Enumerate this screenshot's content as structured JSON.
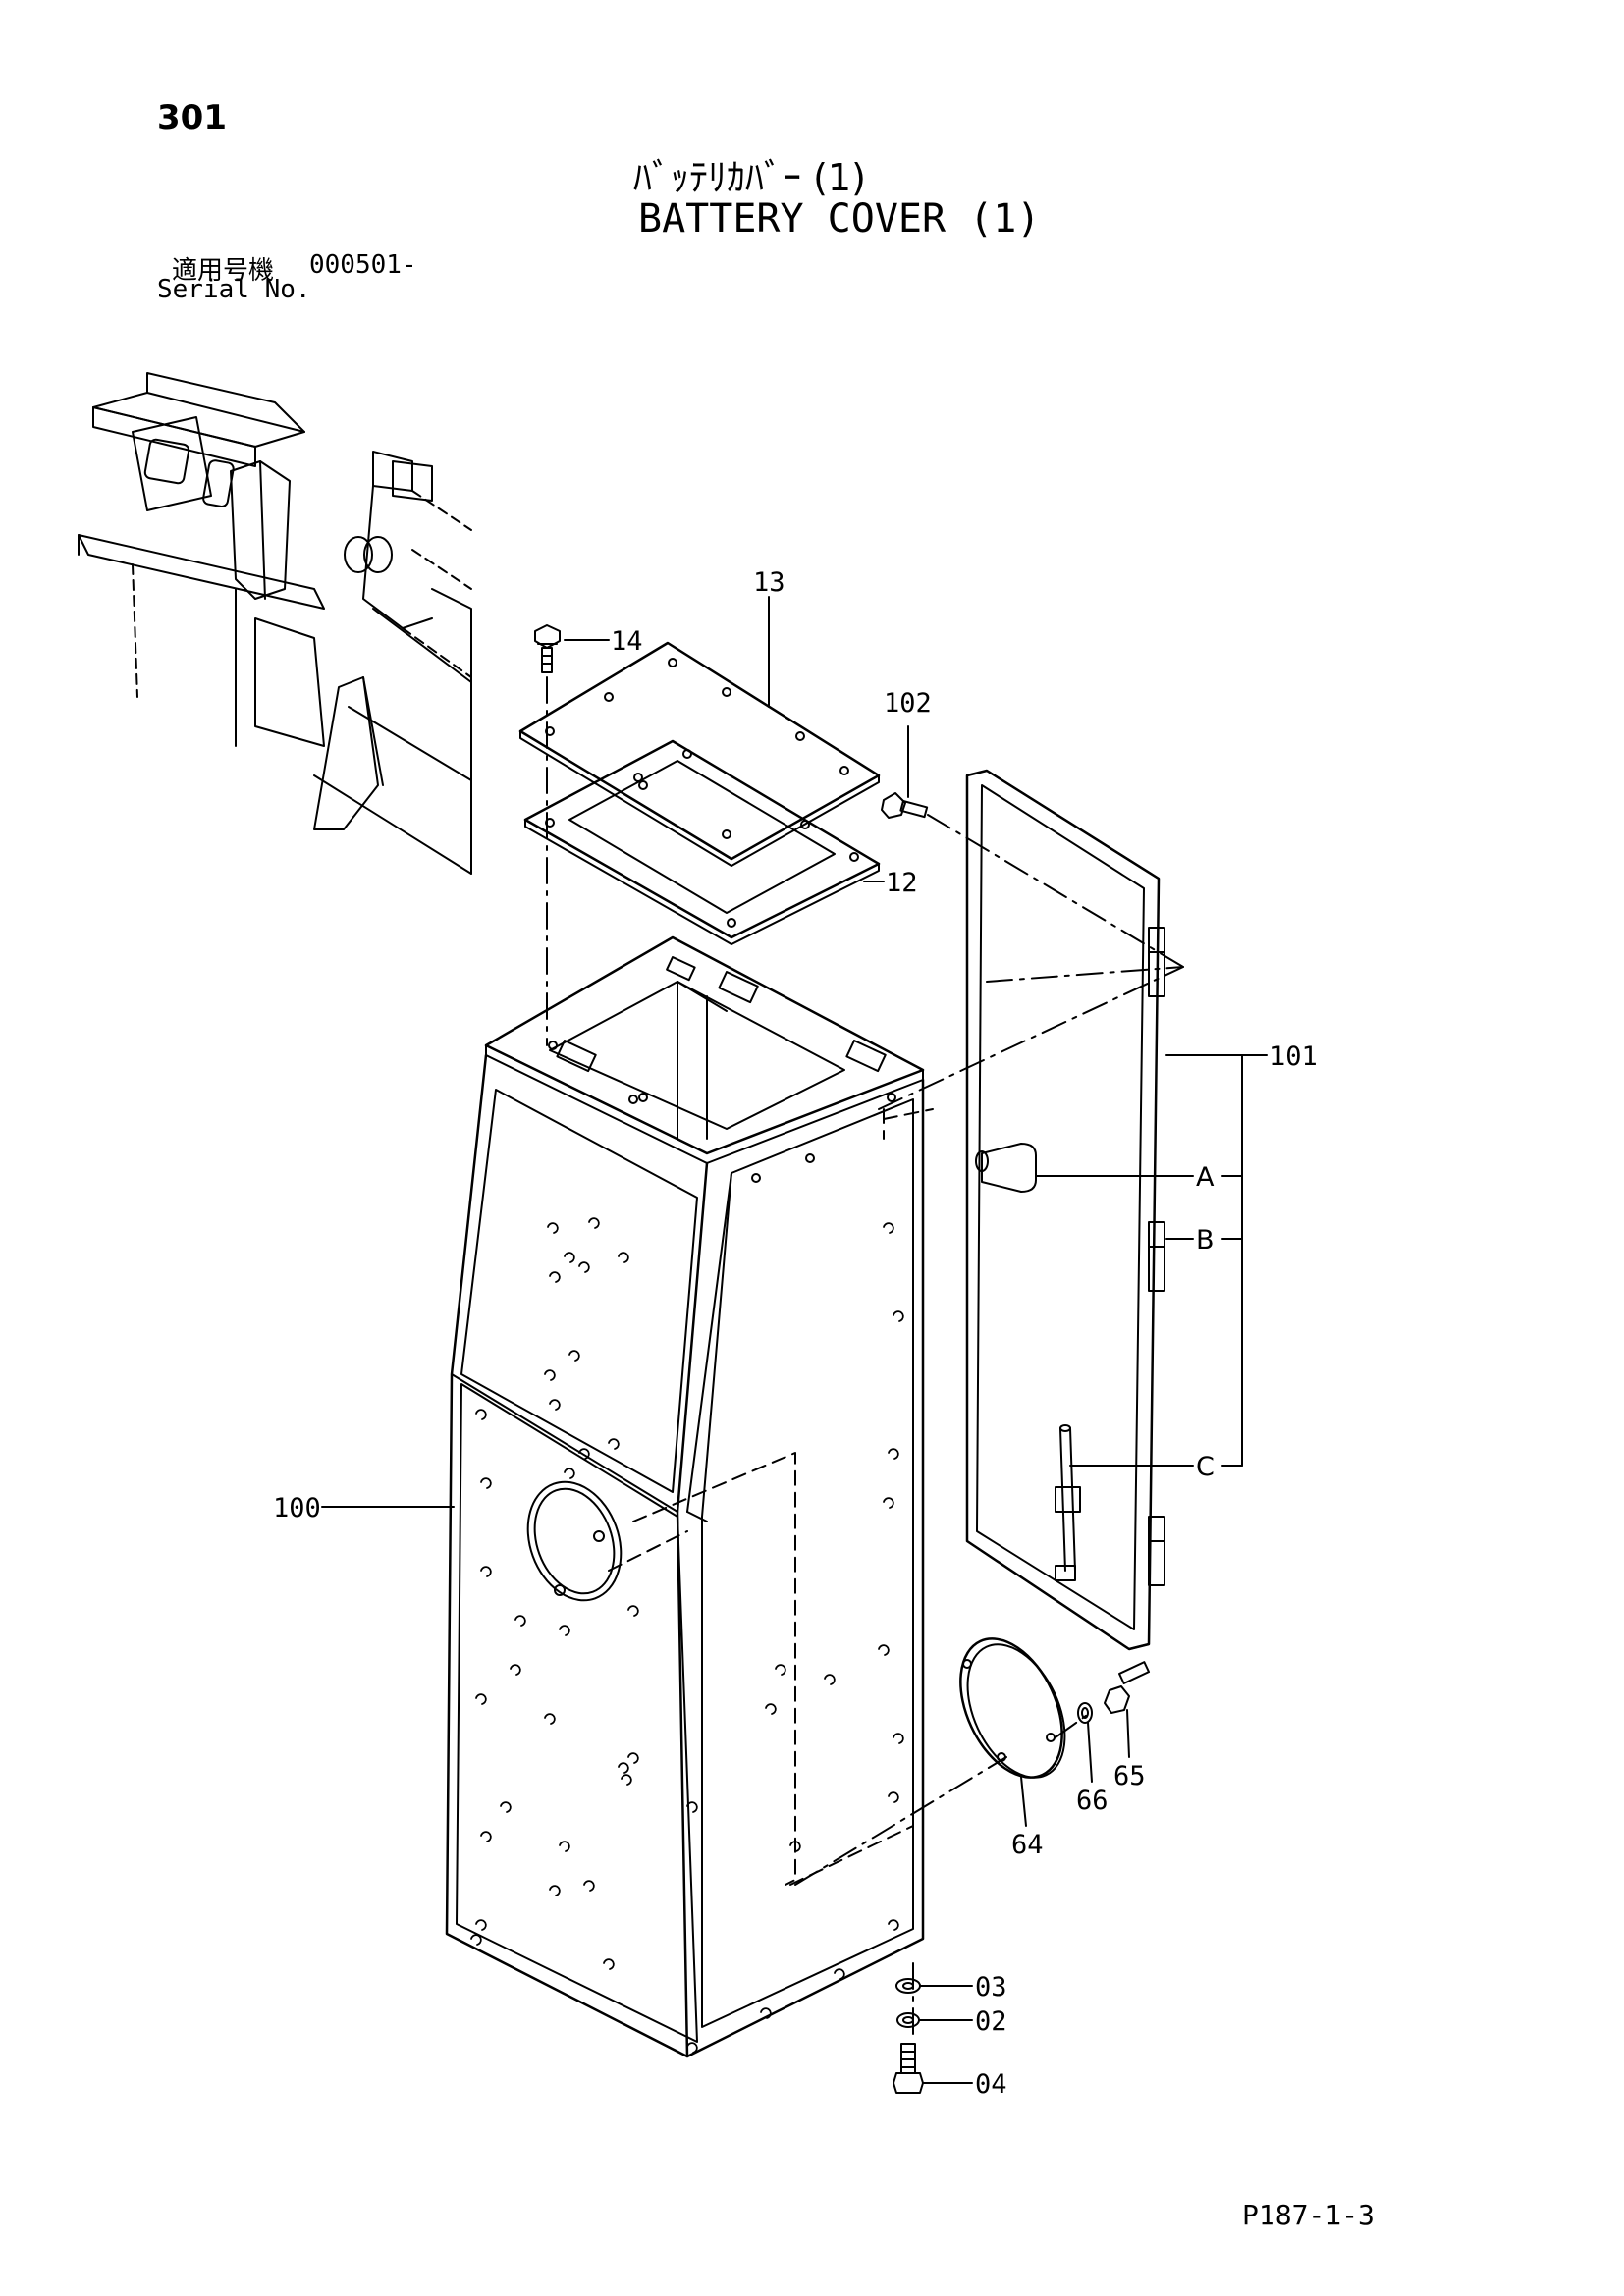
{
  "header": {
    "page_number": "301",
    "title_jp": "ﾊﾞｯﾃﾘｶﾊﾞｰ (1)",
    "title_en": "BATTERY COVER (1)",
    "serial_label_jp": "適用号機",
    "serial_value": "000501-",
    "serial_label_en": "Serial No."
  },
  "callouts": {
    "c13": "13",
    "c14": "14",
    "c102": "102",
    "c12": "12",
    "c101": "101",
    "cA": "A",
    "cB": "B",
    "cC": "C",
    "c100": "100",
    "c66": "66",
    "c65": "65",
    "c64": "64",
    "c03": "03",
    "c02": "02",
    "c04": "04"
  },
  "footer": {
    "code": "P187-1-3"
  },
  "colors": {
    "ink": "#000000",
    "paper": "#ffffff"
  }
}
